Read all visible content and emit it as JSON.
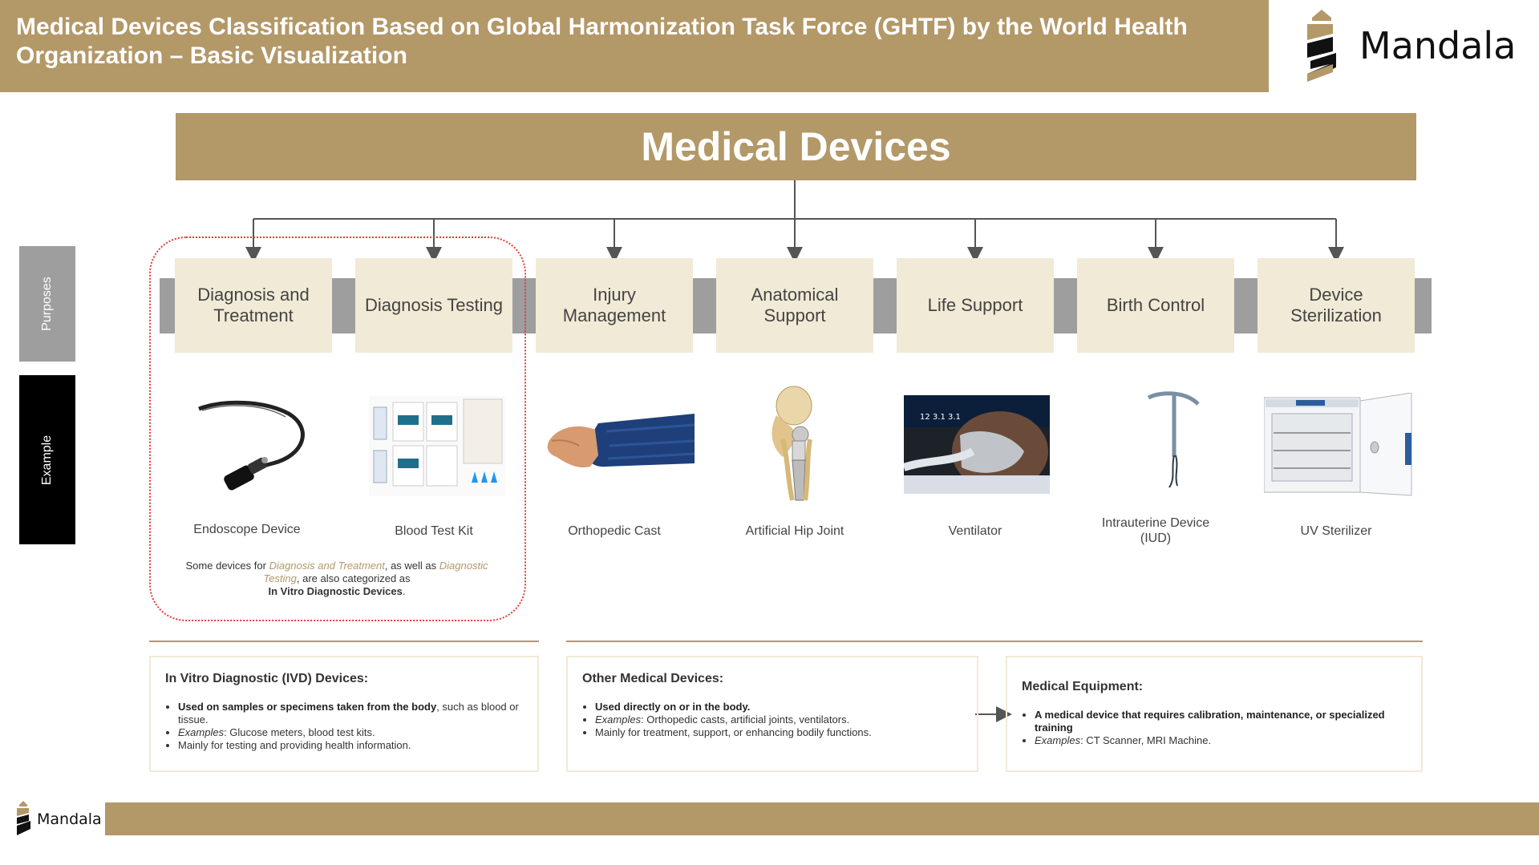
{
  "header": {
    "title": "Medical Devices Classification Based on Global Harmonization Task Force (GHTF) by the World Health Organization –  Basic Visualization",
    "brand": "Mandala"
  },
  "root": {
    "label": "Medical Devices"
  },
  "side_labels": {
    "purposes": "Purposes",
    "example": "Example"
  },
  "purposes": [
    {
      "label": "Diagnosis and Treatment",
      "example": "Endoscope Device"
    },
    {
      "label": "Diagnosis Testing",
      "example": "Blood Test Kit"
    },
    {
      "label": "Injury Management",
      "example": "Orthopedic Cast"
    },
    {
      "label": "Anatomical Support",
      "example": "Artificial Hip Joint"
    },
    {
      "label": "Life Support",
      "example": "Ventilator"
    },
    {
      "label": "Birth Control",
      "example": "Intrauterine Device  (IUD)"
    },
    {
      "label": "Device Sterilization",
      "example": "UV Sterilizer"
    }
  ],
  "note": {
    "p1": "Some devices for ",
    "hl1": "Diagnosis and Treatment",
    "p2": ", as well as ",
    "hl2": "Diagnostic Testing",
    "p3": ", are also categorized as",
    "bold": "In Vitro Diagnostic Devices",
    "p4": "."
  },
  "ivd": {
    "title": "In Vitro Diagnostic (IVD) Devices:",
    "b1_bold": "Used on samples or specimens taken from the body",
    "b1_rest": ", such as blood or tissue.",
    "b2_em": "Examples",
    "b2_rest": ": Glucose meters, blood test kits.",
    "b3": "Mainly for testing and providing health information."
  },
  "other": {
    "title": "Other Medical Devices:",
    "b1_bold": "Used directly on or in the body.",
    "b2_em": "Examples",
    "b2_rest": ": Orthopedic casts, artificial joints, ventilators.",
    "b3": "Mainly for treatment, support, or enhancing bodily functions."
  },
  "equipment": {
    "title": "Medical Equipment:",
    "b1_bold": "A medical device that requires calibration, maintenance, or specialized training",
    "b2_em": "Examples",
    "b2_rest": ": CT Scanner, MRI Machine."
  },
  "footer": {
    "brand": "Mandala"
  },
  "colors": {
    "gold": "#b39868",
    "beige": "#f1ead6",
    "gray": "#9e9e9e",
    "red": "#e53935",
    "blue": "#1f3f7a"
  }
}
